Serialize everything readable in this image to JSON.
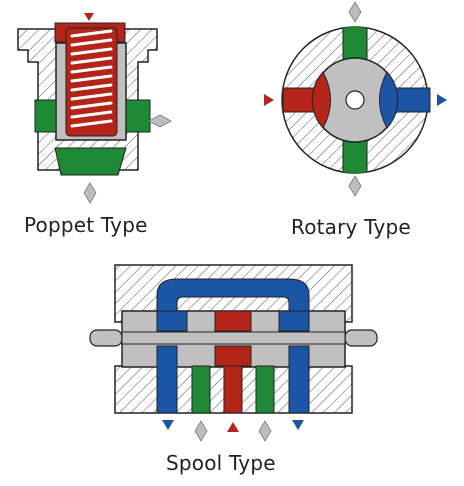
{
  "captions": {
    "poppet": "Poppet Type",
    "rotary": "Rotary Type",
    "spool": "Spool Type"
  },
  "colors": {
    "pressure_red": "#b42418",
    "return_blue": "#1d55a6",
    "work_green": "#1e8a36",
    "body_grey": "#c0c0c0",
    "hatch": "#555555",
    "outline": "#222222",
    "port_marker": "#bdbdbd",
    "background": "#ffffff"
  }
}
